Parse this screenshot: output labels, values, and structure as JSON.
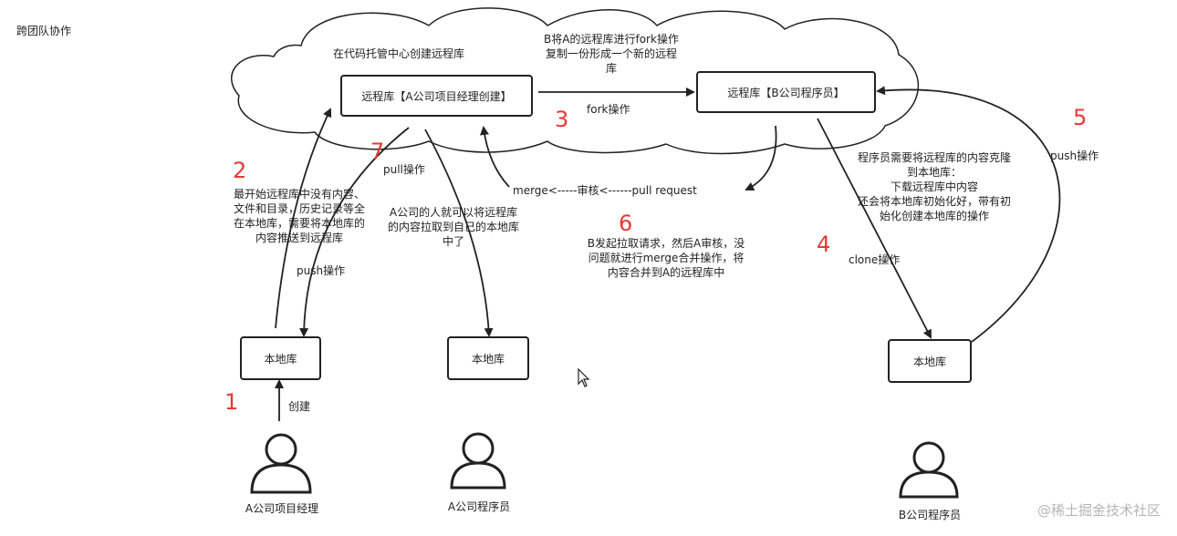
{
  "page_title": "跨团队协作",
  "cloud_label": "在代码托管中心创建远程库",
  "boxes": {
    "repo_a": "远程库【A公司项目经理创建】",
    "repo_b": "远程库【B公司程序员】",
    "local_pm": "本地库",
    "local_a_dev": "本地库",
    "local_b_dev": "本地库"
  },
  "actors": {
    "a_pm": "A公司项目经理",
    "a_dev": "A公司程序员",
    "b_dev": "B公司程序员"
  },
  "numbers": [
    "1",
    "2",
    "3",
    "4",
    "5",
    "6",
    "7"
  ],
  "edge_labels": {
    "create": "创建",
    "push_a": "push操作",
    "pull": "pull操作",
    "fork": "fork操作",
    "clone": "clone操作",
    "push_b": "push操作",
    "merge_pr": "merge<-----审核<------pull request"
  },
  "notes": {
    "fork_note": [
      "B将A的远程库进行fork操作",
      "复制一份形成一个新的远程",
      "库"
    ],
    "step2": [
      "最开始远程库中没有内容、",
      "文件和目录，历史记录等全",
      "在本地库，需要将本地库的",
      "内容推送到远程库"
    ],
    "a_pull": [
      "A公司的人就可以将远程库",
      "的内容拉取到自己的本地库",
      "中了"
    ],
    "step6": [
      "B发起拉取请求，然后A审核，没",
      "问题就进行merge合并操作，将",
      "内容合并到A的远程库中"
    ],
    "clone_note": [
      "程序员需要将远程库的内容克隆",
      "到本地库：",
      "下载远程库中内容",
      "还会将本地库初始化好，带有初",
      "始化创建本地库的操作"
    ]
  },
  "watermark": "@稀土掘金技术社区",
  "colors": {
    "step_number": "#e53935",
    "line": "#222222"
  }
}
